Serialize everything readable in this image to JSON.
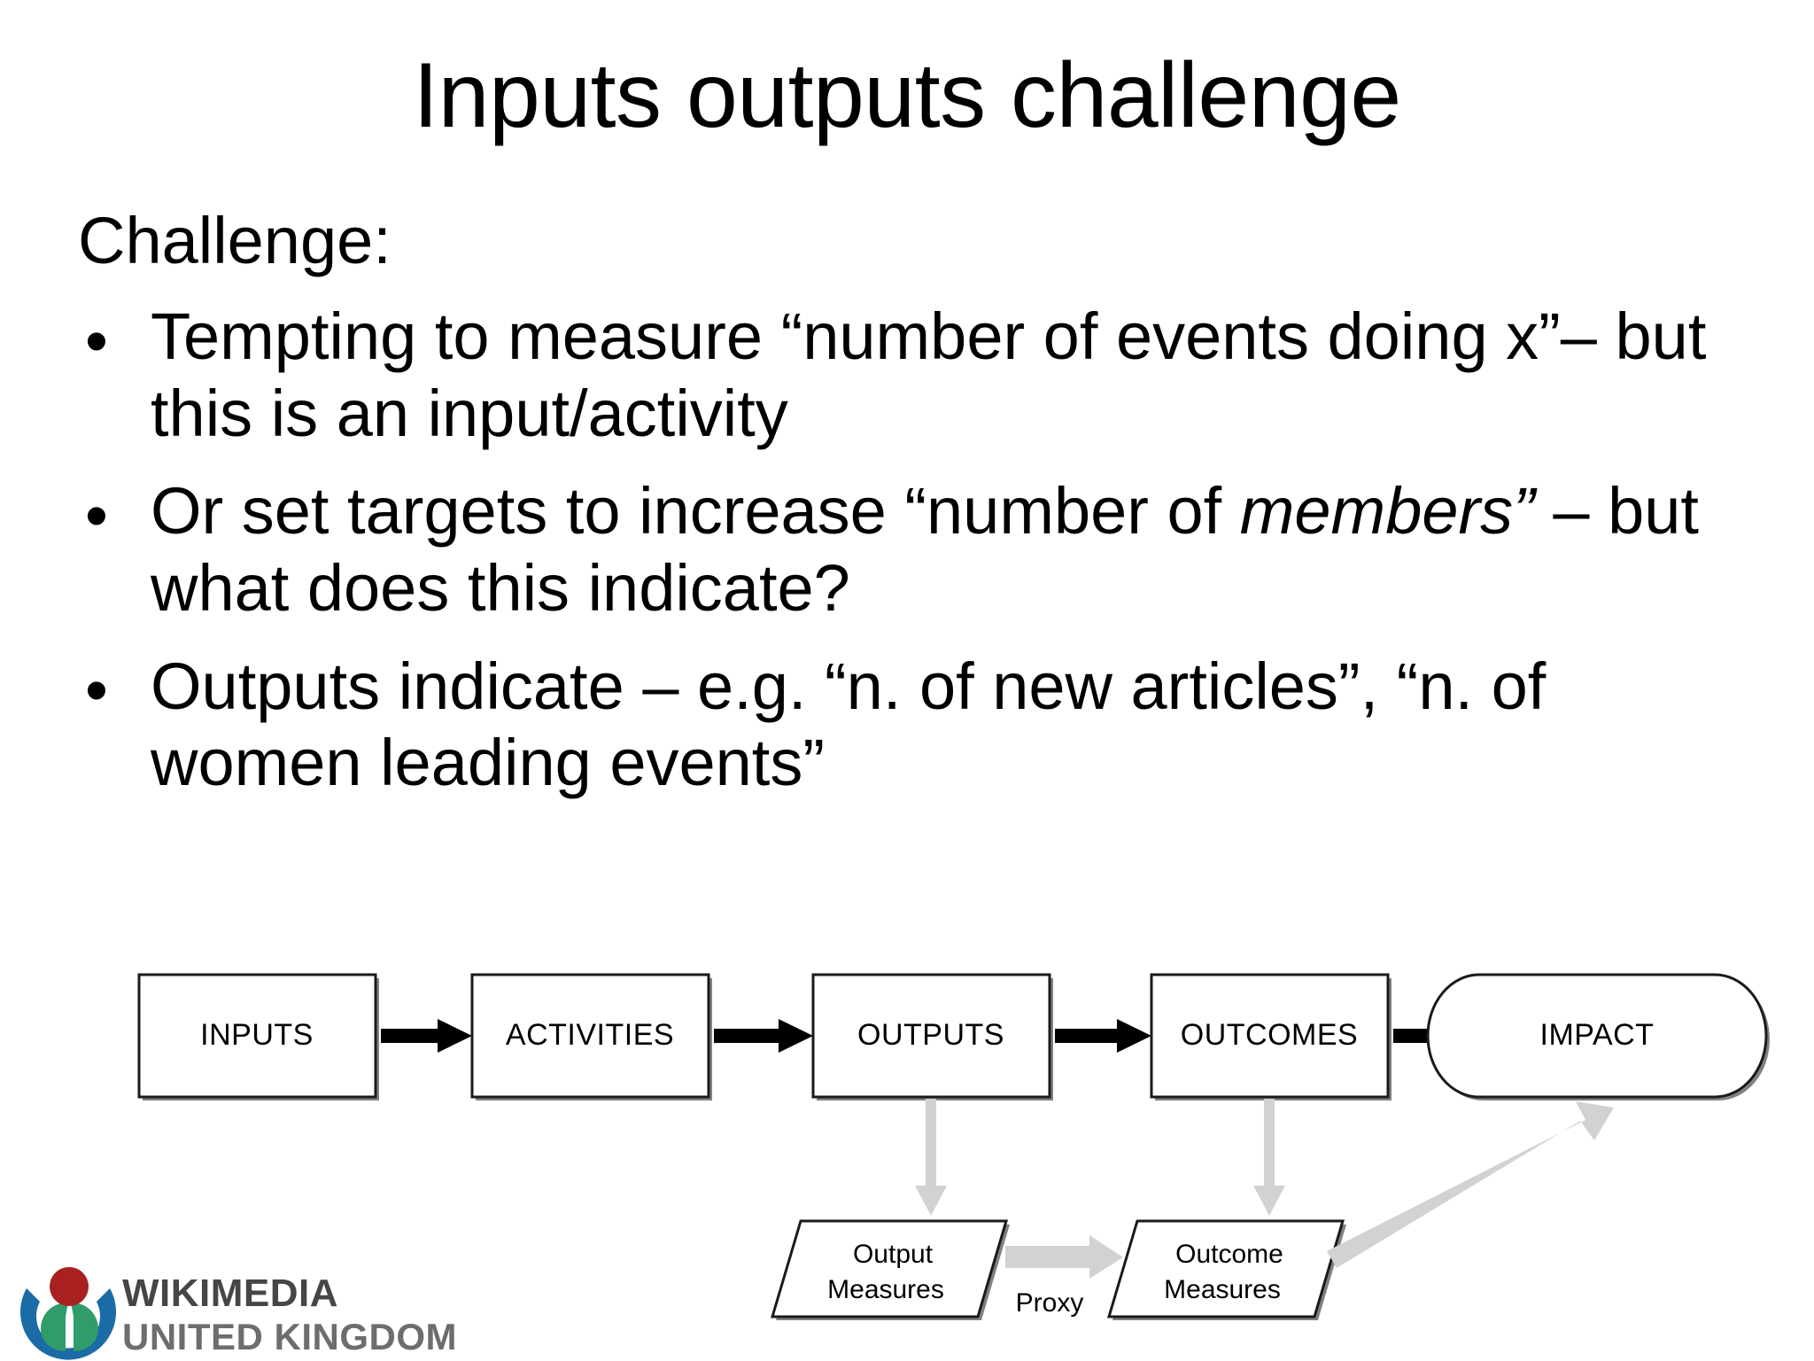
{
  "slide": {
    "title": "Inputs outputs challenge",
    "lead": "Challenge:",
    "bullet_marker": "•",
    "bullets": [
      {
        "pre": "Tempting to measure “number of events doing x”– but this is an input/activity",
        "italic": "",
        "post": ""
      },
      {
        "pre": "Or set targets to increase “number of ",
        "italic": "members”",
        "post": " – but what does this indicate?"
      },
      {
        "pre": "Outputs indicate – e.g. “n. of new articles”, “n. of women leading events”",
        "italic": "",
        "post": ""
      }
    ]
  },
  "diagram": {
    "chain": [
      {
        "label": "INPUTS"
      },
      {
        "label": "ACTIVITIES"
      },
      {
        "label": "OUTPUTS"
      },
      {
        "label": "OUTCOMES"
      },
      {
        "label": "IMPACT"
      }
    ],
    "measures": [
      {
        "line1": "Output",
        "line2": "Measures"
      },
      {
        "line1": "Outcome",
        "line2": "Measures"
      }
    ],
    "proxy_label": "Proxy",
    "colors": {
      "box_stroke": "#1a1a1a",
      "box_fill": "#ffffff",
      "black_arrow": "#000000",
      "gray_arrow": "#d2d2d2",
      "shadow": "#808080"
    }
  },
  "logo": {
    "line1": "WIKIMEDIA",
    "line2": "UNITED KINGDOM",
    "colors": {
      "red": "#a8201f",
      "green": "#2f9c6a",
      "blue": "#1b6ba6",
      "text1": "#464646",
      "text2": "#6d6d6d"
    }
  }
}
